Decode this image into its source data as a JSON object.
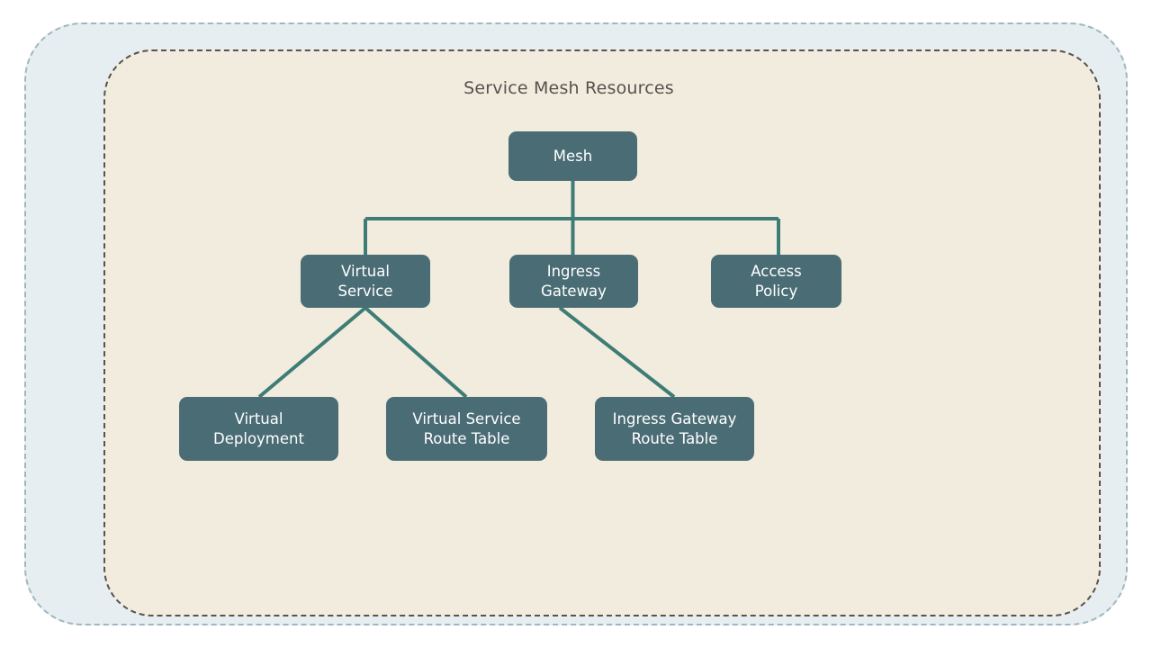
{
  "diagram": {
    "title": "Service Mesh Resources",
    "type": "hierarchy-tree",
    "colors": {
      "outer_container_fill": "#e7eef1",
      "outer_container_border": "#9fb7be",
      "inner_container_fill": "#f2ecde",
      "inner_container_border": "#585250",
      "node_fill": "#4a6c75",
      "node_text": "#ffffff",
      "connector_line": "#3d7d76",
      "title_text": "#56514f"
    },
    "nodes": [
      {
        "id": "mesh",
        "label": "Mesh",
        "level": 0
      },
      {
        "id": "virtual-service",
        "label": "Virtual\nService",
        "level": 1
      },
      {
        "id": "ingress-gateway",
        "label": "Ingress\nGateway",
        "level": 1
      },
      {
        "id": "access-policy",
        "label": "Access\nPolicy",
        "level": 1
      },
      {
        "id": "virtual-deployment",
        "label": "Virtual\nDeployment",
        "level": 2
      },
      {
        "id": "vs-route-table",
        "label": "Virtual Service\nRoute Table",
        "level": 2
      },
      {
        "id": "ig-route-table",
        "label": "Ingress Gateway\nRoute Table",
        "level": 2
      }
    ],
    "edges": [
      {
        "from": "mesh",
        "to": "virtual-service",
        "style": "orthogonal"
      },
      {
        "from": "mesh",
        "to": "ingress-gateway",
        "style": "orthogonal"
      },
      {
        "from": "mesh",
        "to": "access-policy",
        "style": "orthogonal"
      },
      {
        "from": "virtual-service",
        "to": "virtual-deployment",
        "style": "diagonal"
      },
      {
        "from": "virtual-service",
        "to": "vs-route-table",
        "style": "diagonal"
      },
      {
        "from": "ingress-gateway",
        "to": "ig-route-table",
        "style": "diagonal"
      }
    ]
  }
}
